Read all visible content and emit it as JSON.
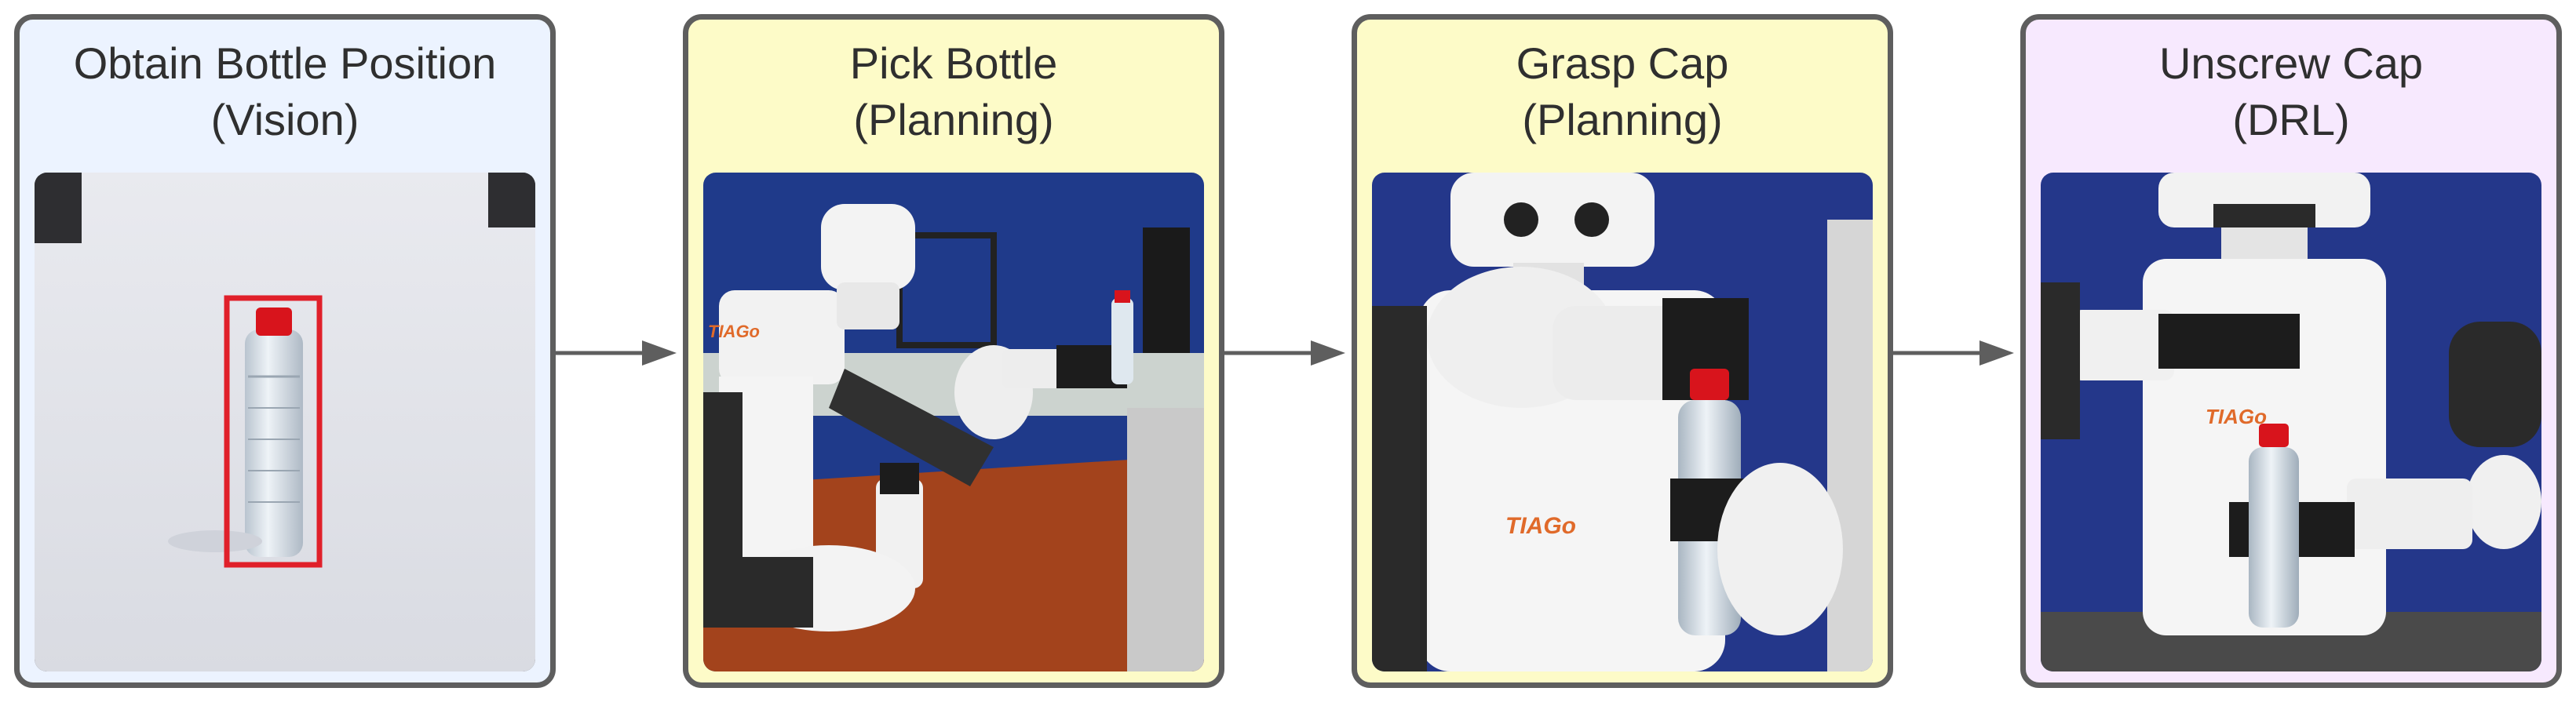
{
  "stages": [
    {
      "title_line1": "Obtain Bottle Position",
      "title_line2": "(Vision)",
      "fill": "#ecf3ff",
      "photo": "bottle-on-table-detection"
    },
    {
      "title_line1": "Pick Bottle",
      "title_line2": "(Planning)",
      "fill": "#fdfbc8",
      "photo": "robot-arm-picking-bottle"
    },
    {
      "title_line1": "Grasp Cap",
      "title_line2": "(Planning)",
      "fill": "#fdfbc8",
      "photo": "robot-grasping-cap"
    },
    {
      "title_line1": "Unscrew Cap",
      "title_line2": "(DRL)",
      "fill": "#f7e9fe",
      "photo": "robot-unscrewing-cap"
    }
  ],
  "photo_labels": {
    "robot_brand": "TIAGo"
  },
  "colors": {
    "border": "#5e5e5e",
    "arrow": "#5e5e5e",
    "detection_box": "#e0202a",
    "cap": "#d8141c"
  }
}
